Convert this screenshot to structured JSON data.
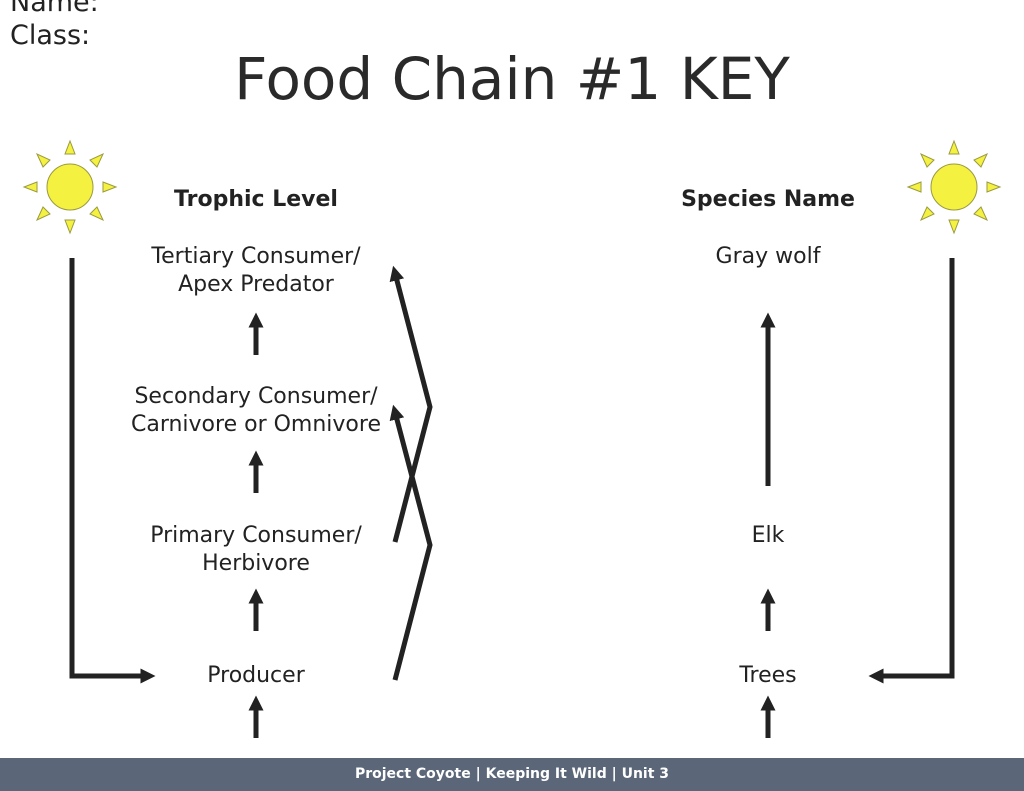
{
  "header": {
    "name_label": "Name:",
    "class_label": "Class:",
    "title": "Food Chain #1 KEY"
  },
  "columns": {
    "trophic_heading": "Trophic Level",
    "species_heading": "Species Name"
  },
  "trophic_levels": [
    {
      "line1": "Tertiary Consumer/",
      "line2": "Apex Predator"
    },
    {
      "line1": "Secondary Consumer/",
      "line2": "Carnivore or Omnivore"
    },
    {
      "line1": "Primary Consumer/",
      "line2": "Herbivore"
    },
    {
      "line1": "Producer",
      "line2": ""
    }
  ],
  "species": [
    {
      "name": "Gray wolf"
    },
    {
      "name": ""
    },
    {
      "name": "Elk"
    },
    {
      "name": "Trees"
    }
  ],
  "colors": {
    "sun": "#f4f141",
    "sun_stroke": "#9a9a40",
    "arrow": "#222222",
    "footer_bg": "#5b6778"
  },
  "footer": {
    "text": "Project Coyote | Keeping It Wild | Unit 3"
  }
}
